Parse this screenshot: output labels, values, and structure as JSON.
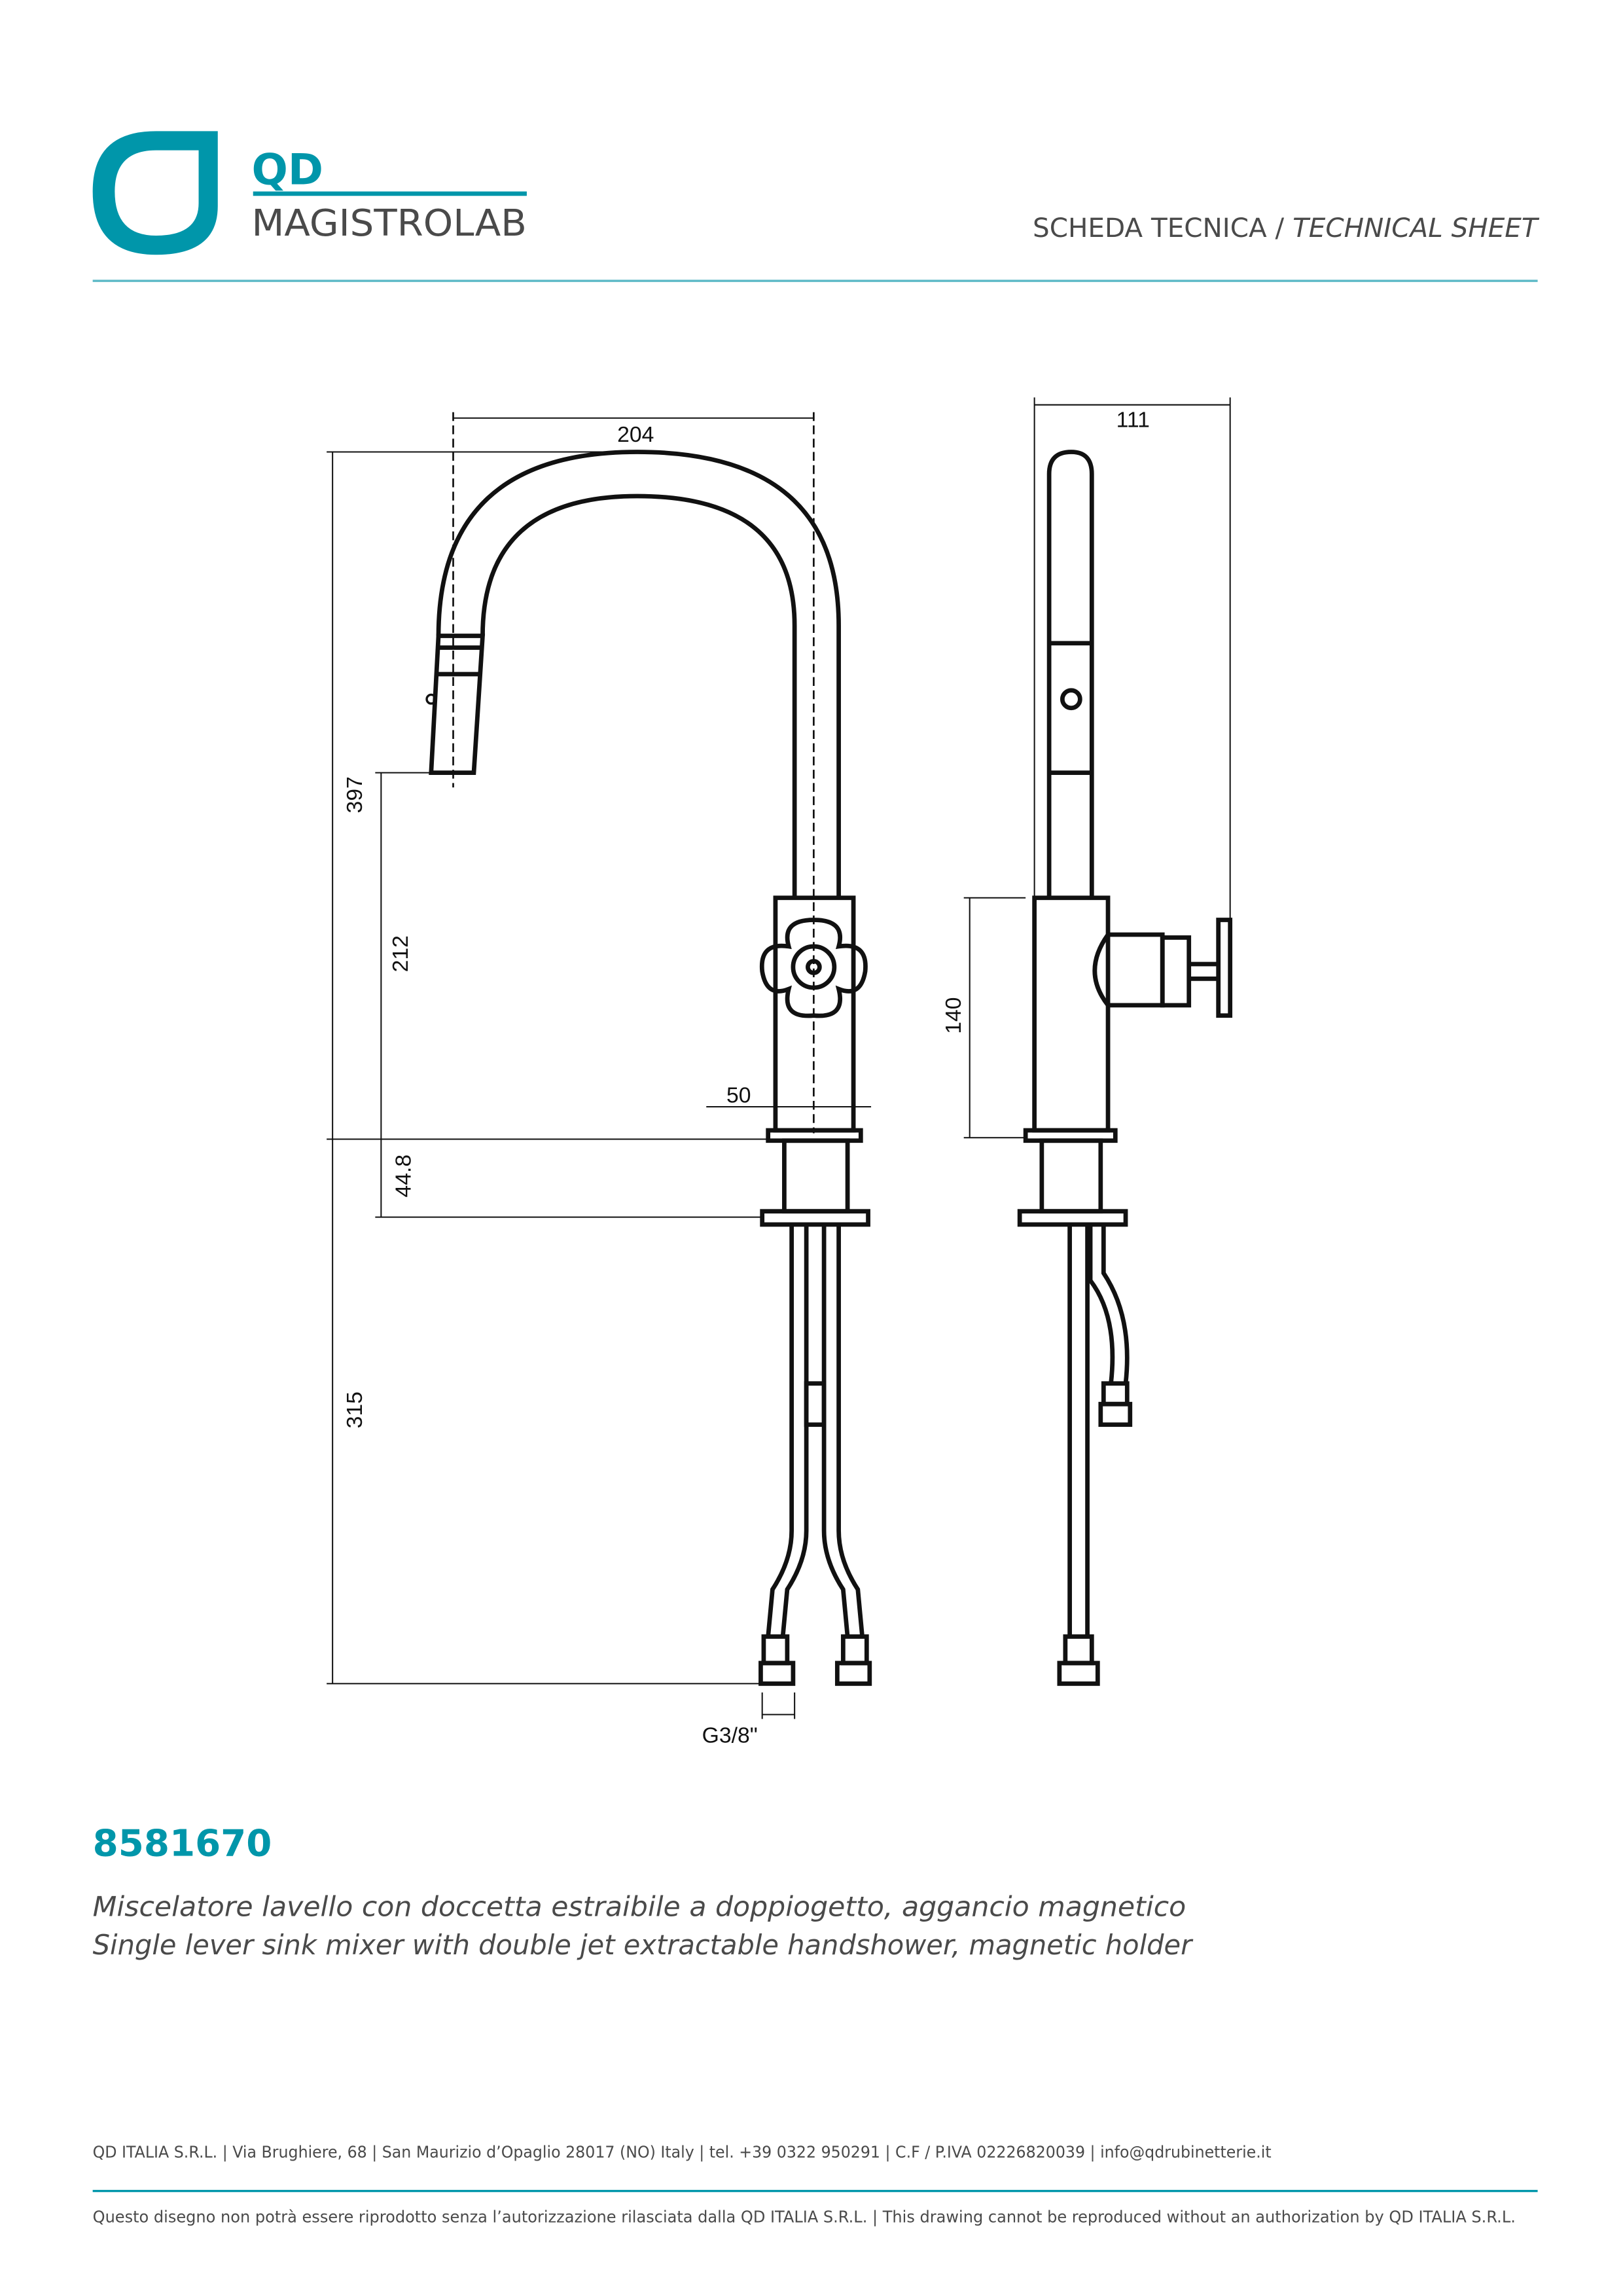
{
  "brand": {
    "logo_top": "QD",
    "logo_bottom": "MAGISTROLAB",
    "color": "#0096AA",
    "text_color": "#4a4a4a"
  },
  "header": {
    "title_it": "SCHEDA TECNICA",
    "separator": "/",
    "title_en": "TECHNICAL SHEET"
  },
  "drawing": {
    "dimensions": {
      "width_front": "204",
      "height_total": "397",
      "outlet_height": "212",
      "base_width": "50",
      "base_thickness": "44.8",
      "hose_length": "315",
      "connection": "G3/8\"",
      "depth_side": "111",
      "body_height": "140"
    }
  },
  "product": {
    "code": "8581670",
    "description_it": "Miscelatore lavello con doccetta estraibile a doppiogetto, aggancio magnetico",
    "description_en": "Single lever sink mixer with double jet extractable handshower, magnetic holder"
  },
  "footer": {
    "address": "QD ITALIA S.R.L. | Via Brughiere, 68 | San Maurizio d’Opaglio 28017 (NO) Italy | tel. +39 0322 950291 | C.F / P.IVA 02226820039 | info@qdrubinetterie.it",
    "disclaimer": "Questo disegno non potrà essere riprodotto senza l’autorizzazione rilasciata dalla QD ITALIA S.R.L. | This drawing cannot be reproduced without an authorization by QD ITALIA S.R.L."
  }
}
